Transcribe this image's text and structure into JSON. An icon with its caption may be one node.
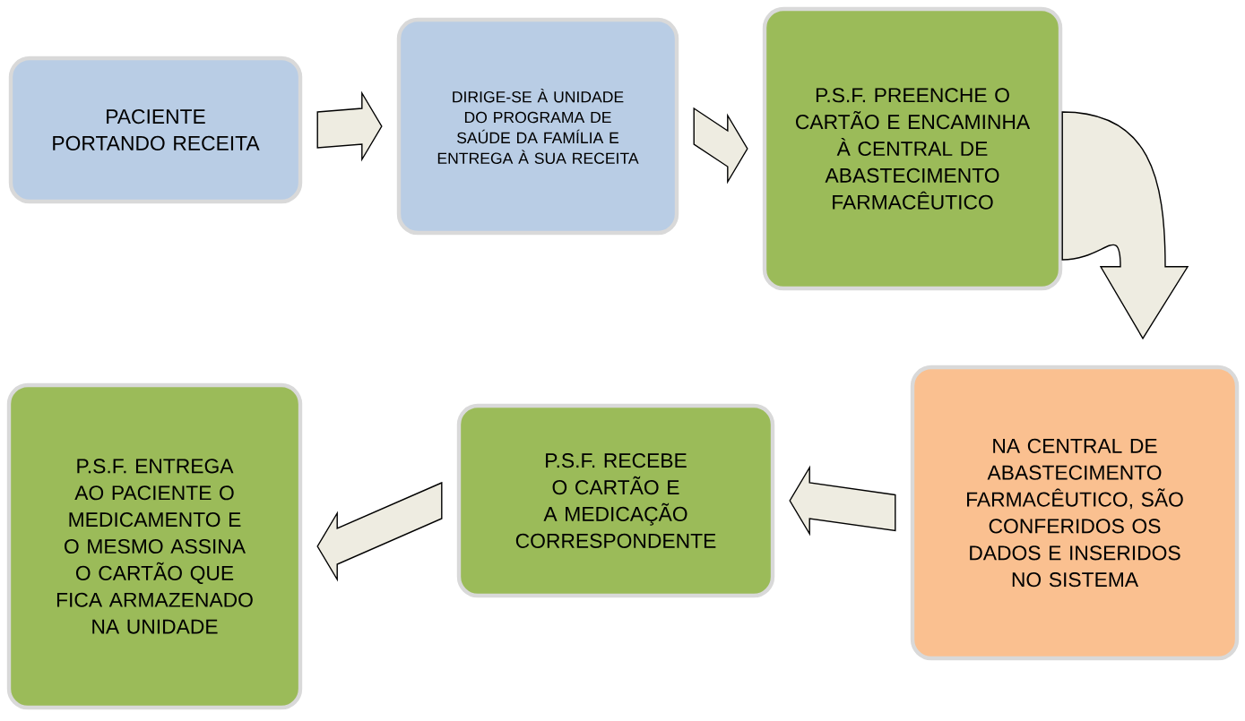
{
  "diagram": {
    "nodes": [
      {
        "text": [
          "PACIENTE PORTANDO RECEITA"
        ]
      },
      {
        "text": [
          "DIRIGE-SE À UNIDADE DO PROGRAMA DE SAÚDE DA FAMÍLIA E ENTREGA À SUA RECEITA"
        ]
      },
      {
        "text": [
          "P.S.F. PREENCHE O CARTÃO E ENCAMINHA À CENTRAL DE ABASTECIMENTO FARMACÊUTICO"
        ]
      },
      {
        "text": [
          "NA CENTRAL DE ABASTECIMENTO FARMACÊUTICO, SÃO CONFERIDOS OS DADOS E INSERIDOS NO SISTEMA"
        ]
      },
      {
        "text": [
          "P.S.F. RECEBE O CARTÃO E A MEDICAÇÃO CORRESPONDENTE"
        ]
      },
      {
        "text": [
          "P.S.F. ENTREGA AO PACIENTE O MEDICAMENTO E O MESMO ASSINA O CARTÃO QUE FICA ARMAZENADO NA UNIDADE"
        ]
      }
    ],
    "edges": [
      {
        "from": 0,
        "to": 1,
        "arrow": "to"
      },
      {
        "from": 1,
        "to": 2,
        "arrow": "to"
      },
      {
        "from": 2,
        "to": 3,
        "arrow": "to"
      },
      {
        "from": 3,
        "to": 4,
        "arrow": "to"
      },
      {
        "from": 4,
        "to": 5,
        "arrow": "to"
      }
    ]
  }
}
